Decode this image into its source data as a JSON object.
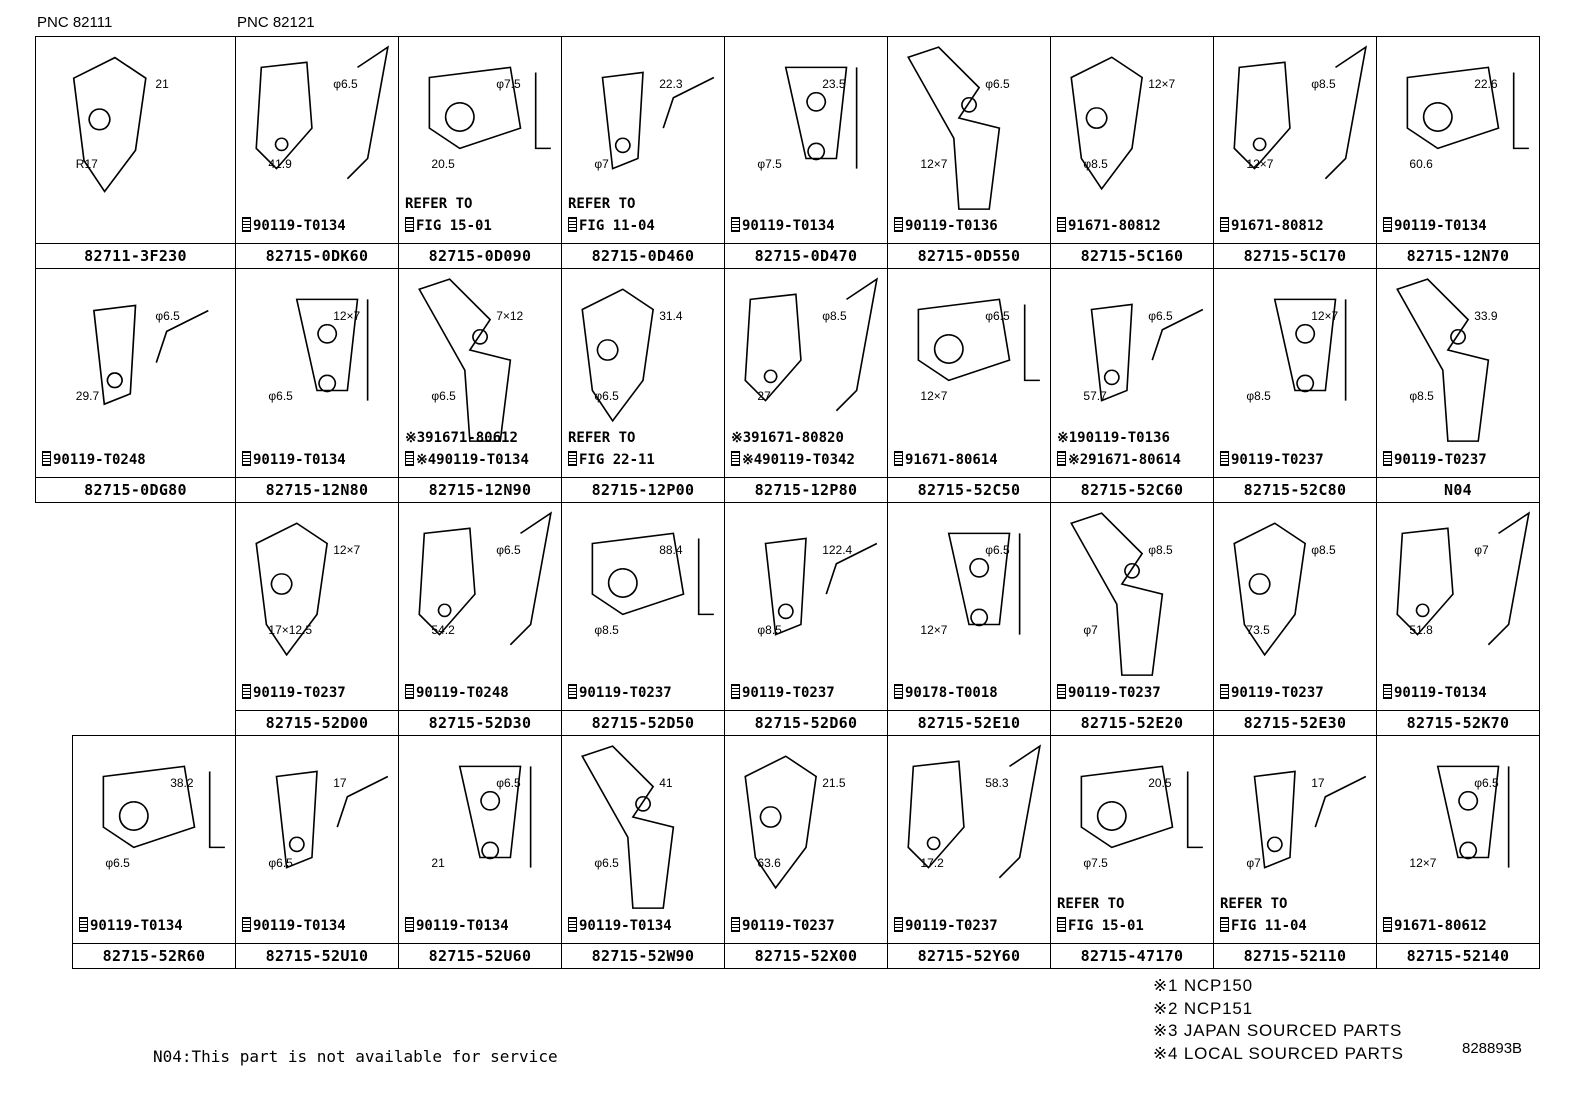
{
  "pnc": [
    "PNC 82111",
    "PNC 82121"
  ],
  "cells": [
    {
      "part": "82711-3F230",
      "f1": "",
      "f2": "",
      "dims": [
        "21",
        "R17"
      ]
    },
    {
      "part": "82715-0DK60",
      "f1": "",
      "f2": "90119-T0134",
      "dims": [
        "φ6.5",
        "41.9"
      ]
    },
    {
      "part": "82715-0D090",
      "f1": "REFER TO",
      "f2": "FIG 15-01",
      "dims": [
        "φ7.5",
        "20.5"
      ]
    },
    {
      "part": "82715-0D460",
      "f1": "REFER TO",
      "f2": "FIG 11-04",
      "dims": [
        "22.3",
        "φ7"
      ]
    },
    {
      "part": "82715-0D470",
      "f1": "",
      "f2": "90119-T0134",
      "dims": [
        "23.5",
        "φ7.5"
      ]
    },
    {
      "part": "82715-0D550",
      "f1": "",
      "f2": "90119-T0136",
      "dims": [
        "φ6.5",
        "12×7"
      ]
    },
    {
      "part": "82715-5C160",
      "f1": "",
      "f2": "91671-80812",
      "dims": [
        "12×7",
        "φ8.5"
      ]
    },
    {
      "part": "82715-5C170",
      "f1": "",
      "f2": "91671-80812",
      "dims": [
        "φ8.5",
        "12×7"
      ]
    },
    {
      "part": "82715-12N70",
      "f1": "",
      "f2": "90119-T0134",
      "dims": [
        "22.6",
        "60.6"
      ]
    },
    {
      "part": "82715-0DG80",
      "f1": "",
      "f2": "90119-T0248",
      "dims": [
        "φ6.5",
        "29.7"
      ]
    },
    {
      "part": "82715-12N80",
      "f1": "",
      "f2": "90119-T0134",
      "dims": [
        "12×7",
        "φ6.5"
      ]
    },
    {
      "part": "82715-12N90",
      "f1": "※391671-80612",
      "f2": "※490119-T0134",
      "dims": [
        "7×12",
        "φ6.5"
      ]
    },
    {
      "part": "82715-12P00",
      "f1": "REFER TO",
      "f2": "FIG 22-11",
      "dims": [
        "31.4",
        "φ6.5"
      ]
    },
    {
      "part": "82715-12P80",
      "f1": "※391671-80820",
      "f2": "※490119-T0342",
      "dims": [
        "φ8.5",
        "27"
      ]
    },
    {
      "part": "82715-52C50",
      "f1": "",
      "f2": "91671-80614",
      "dims": [
        "φ6.5",
        "12×7"
      ]
    },
    {
      "part": "82715-52C60",
      "f1": "※190119-T0136",
      "f2": "※291671-80614",
      "dims": [
        "φ6.5",
        "57.7"
      ]
    },
    {
      "part": "82715-52C80",
      "f1": "",
      "f2": "90119-T0237",
      "dims": [
        "12×7",
        "φ8.5"
      ]
    },
    {
      "part": "N04",
      "f1": "",
      "f2": "90119-T0237",
      "dims": [
        "33.9",
        "φ8.5"
      ]
    },
    {
      "part": "82715-52D00",
      "f1": "",
      "f2": "90119-T0237",
      "dims": [
        "12×7",
        "17×12.5"
      ]
    },
    {
      "part": "82715-52D30",
      "f1": "",
      "f2": "90119-T0248",
      "dims": [
        "φ6.5",
        "54.2"
      ]
    },
    {
      "part": "82715-52D50",
      "f1": "",
      "f2": "90119-T0237",
      "dims": [
        "88.4",
        "φ8.5"
      ]
    },
    {
      "part": "82715-52D60",
      "f1": "",
      "f2": "90119-T0237",
      "dims": [
        "122.4",
        "φ8.5"
      ]
    },
    {
      "part": "82715-52E10",
      "f1": "",
      "f2": "90178-T0018",
      "dims": [
        "φ6.5",
        "12×7"
      ]
    },
    {
      "part": "82715-52E20",
      "f1": "",
      "f2": "90119-T0237",
      "dims": [
        "φ8.5",
        "φ7"
      ]
    },
    {
      "part": "82715-52E30",
      "f1": "",
      "f2": "90119-T0237",
      "dims": [
        "φ8.5",
        "73.5"
      ]
    },
    {
      "part": "82715-52K70",
      "f1": "",
      "f2": "90119-T0134",
      "dims": [
        "φ7",
        "51.8"
      ]
    },
    {
      "part": "82715-52R60",
      "f1": "",
      "f2": "90119-T0134",
      "dims": [
        "38.2",
        "φ6.5"
      ]
    },
    {
      "part": "82715-52U10",
      "f1": "",
      "f2": "90119-T0134",
      "dims": [
        "17",
        "φ6.5"
      ]
    },
    {
      "part": "82715-52U60",
      "f1": "",
      "f2": "90119-T0134",
      "dims": [
        "φ6.5",
        "21"
      ]
    },
    {
      "part": "82715-52W90",
      "f1": "",
      "f2": "90119-T0134",
      "dims": [
        "41",
        "φ6.5"
      ]
    },
    {
      "part": "82715-52X00",
      "f1": "",
      "f2": "90119-T0237",
      "dims": [
        "21.5",
        "63.6"
      ]
    },
    {
      "part": "82715-52Y60",
      "f1": "",
      "f2": "90119-T0237",
      "dims": [
        "58.3",
        "17.2"
      ]
    },
    {
      "part": "82715-47170",
      "f1": "REFER TO",
      "f2": "FIG 15-01",
      "dims": [
        "20.5",
        "φ7.5"
      ]
    },
    {
      "part": "82715-52110",
      "f1": "REFER TO",
      "f2": "FIG 11-04",
      "dims": [
        "17",
        "φ7"
      ]
    },
    {
      "part": "82715-52140",
      "f1": "",
      "f2": "91671-80612",
      "dims": [
        "φ6.5",
        "12×7"
      ]
    }
  ],
  "notes": [
    "※1 NCP150",
    "※2 NCP151",
    "※3 JAPAN SOURCED PARTS",
    "※4 LOCAL SOURCED PARTS"
  ],
  "footnote": "N04:This part is not available for service",
  "drawing_id": "828893B"
}
